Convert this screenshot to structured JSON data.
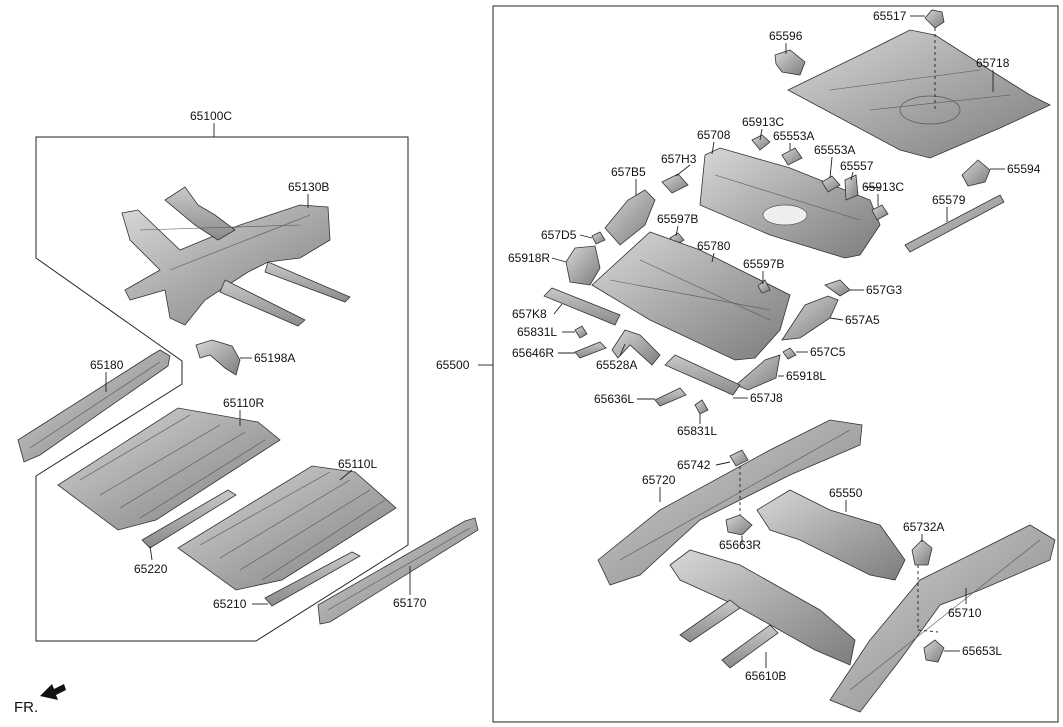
{
  "group_labels": {
    "assy_left": "65100C",
    "assy_right": "65500"
  },
  "parts_left": {
    "p65130B": "65130B",
    "p65198A": "65198A",
    "p65180": "65180",
    "p65110R": "65110R",
    "p65110L": "65110L",
    "p65220": "65220",
    "p65210": "65210",
    "p65170": "65170"
  },
  "parts_right": {
    "p65517": "65517",
    "p65596": "65596",
    "p65718": "65718",
    "p65913C_a": "65913C",
    "p65553A_a": "65553A",
    "p65708": "65708",
    "p65553A_b": "65553A",
    "p65557": "65557",
    "p657H3": "657H3",
    "p65594": "65594",
    "p657B5": "657B5",
    "p65913C_b": "65913C",
    "p65579": "65579",
    "p65597B_a": "65597B",
    "p657D5": "657D5",
    "p65780": "65780",
    "p65918R": "65918R",
    "p65597B_b": "65597B",
    "p657G3": "657G3",
    "p657K8": "657K8",
    "p657A5": "657A5",
    "p65831L_a": "65831L",
    "p65646R": "65646R",
    "p657C5": "657C5",
    "p65528A": "65528A",
    "p65918L": "65918L",
    "p65636L": "65636L",
    "p657J8": "657J8",
    "p65831L_b": "65831L",
    "p65742": "65742",
    "p65720": "65720",
    "p65550": "65550",
    "p65663R": "65663R",
    "p65732A": "65732A",
    "p65710": "65710",
    "p65653L": "65653L",
    "p65610B": "65610B"
  },
  "direction_label": "FR."
}
